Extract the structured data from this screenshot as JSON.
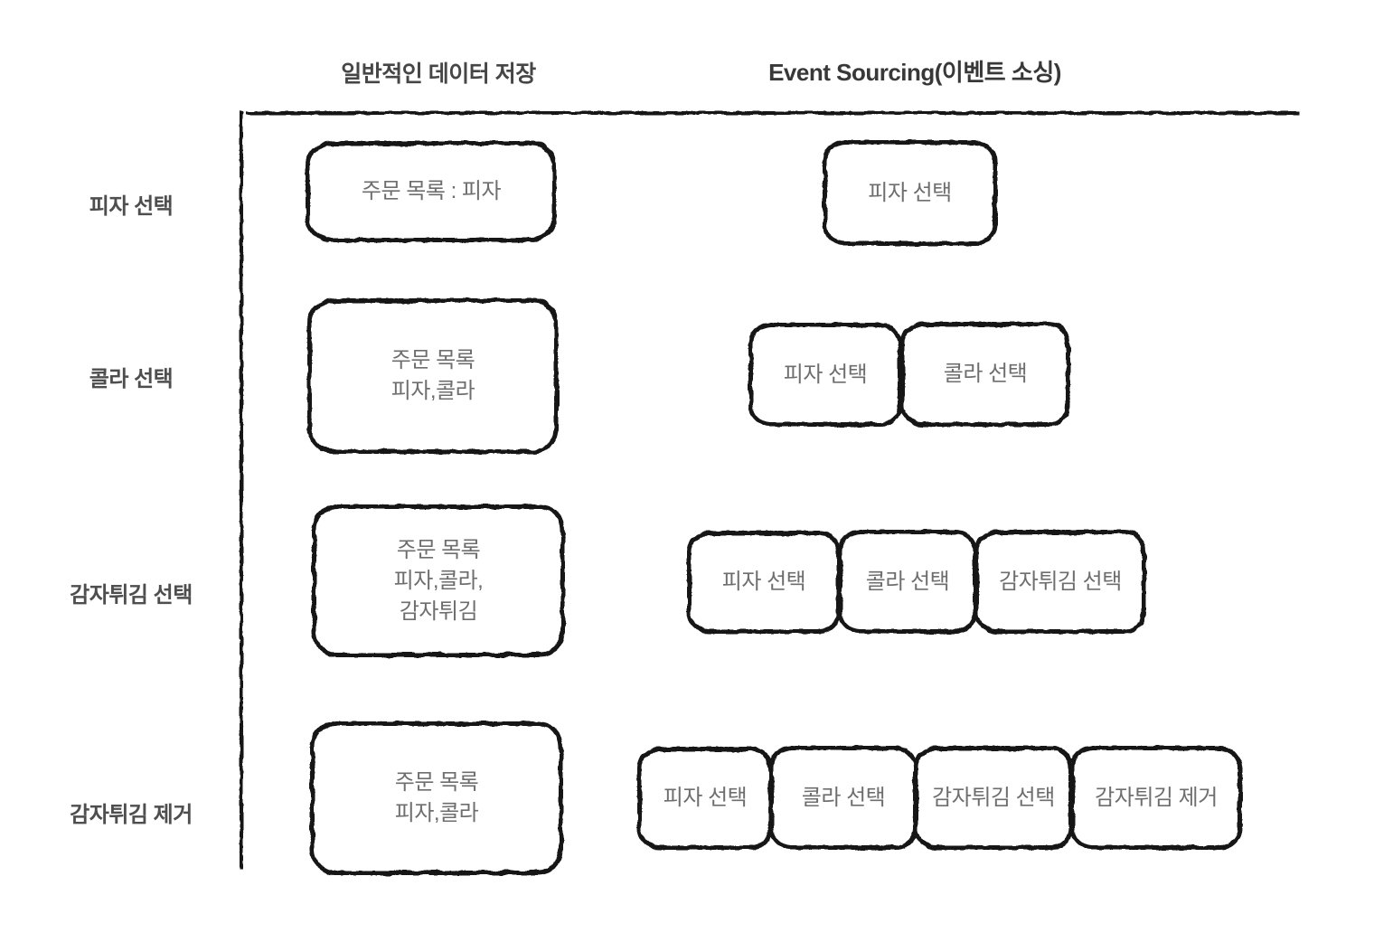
{
  "diagram": {
    "columns": {
      "left": "일반적인 데이터 저장",
      "right": "Event Sourcing(이벤트 소싱)"
    },
    "colors": {
      "line": "#121212",
      "box_border": "#161616",
      "box_text": "#6e6e6e",
      "row_label": "#4e4e4e",
      "header_left": "#464646",
      "header_right": "#383838",
      "background": "#ffffff"
    },
    "rows": [
      {
        "label": "피자 선택",
        "state": "주문 목록 : 피자",
        "events": [
          "피자 선택"
        ]
      },
      {
        "label": "콜라 선택",
        "state": "주문 목록\n피자,콜라",
        "events": [
          "피자 선택",
          "콜라 선택"
        ]
      },
      {
        "label": "감자튀김 선택",
        "state": "주문 목록\n피자,콜라,\n감자튀김",
        "events": [
          "피자 선택",
          "콜라 선택",
          "감자튀김 선택"
        ]
      },
      {
        "label": "감자튀김 제거",
        "state": "주문 목록\n피자,콜라",
        "events": [
          "피자 선택",
          "콜라 선택",
          "감자튀김 선택",
          "감자튀김 제거"
        ]
      }
    ]
  }
}
